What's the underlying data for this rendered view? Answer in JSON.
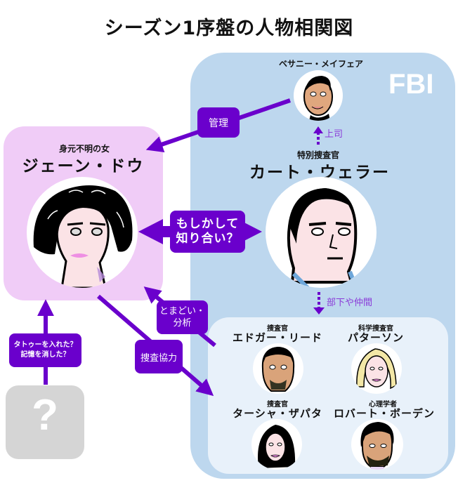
{
  "title": "シーズン1序盤の人物相関図",
  "colors": {
    "accent": "#6a00cc",
    "fbi_box": "#bdd7ee",
    "team_box": "#e8f1fa",
    "jane_box": "#f0ccf7",
    "unknown_box": "#d5d5d5",
    "relation_text": "#8a3ad8"
  },
  "groups": {
    "fbi": {
      "label": "FBI"
    },
    "unknown": {
      "label": "?"
    }
  },
  "characters": {
    "jane": {
      "role": "身元不明の女",
      "name": "ジェーン・ドウ"
    },
    "bethany": {
      "role": "",
      "name": "ベサニー・メイフェア"
    },
    "kurt": {
      "role": "特別捜査官",
      "name": "カート・ウェラー"
    },
    "edgar": {
      "role": "捜査官",
      "name": "エドガー・リード"
    },
    "patterson": {
      "role": "科学捜査官",
      "name": "パターソン"
    },
    "tasha": {
      "role": "捜査官",
      "name": "ターシャ・ザパタ"
    },
    "borden": {
      "role": "心理学者",
      "name": "ロバート・ボーデン"
    }
  },
  "relations": {
    "manage": "管理",
    "boss": "上司",
    "subordinates": "部下や仲間",
    "maybe_know_line1": "もしかして",
    "maybe_know_line2": "知り合い？",
    "confusion_line1": "とまどい・",
    "confusion_line2": "分析",
    "cooperation": "捜査協力",
    "tattoo_line1": "タトゥーを入れた？",
    "tattoo_line2": "記憶を消した？"
  }
}
